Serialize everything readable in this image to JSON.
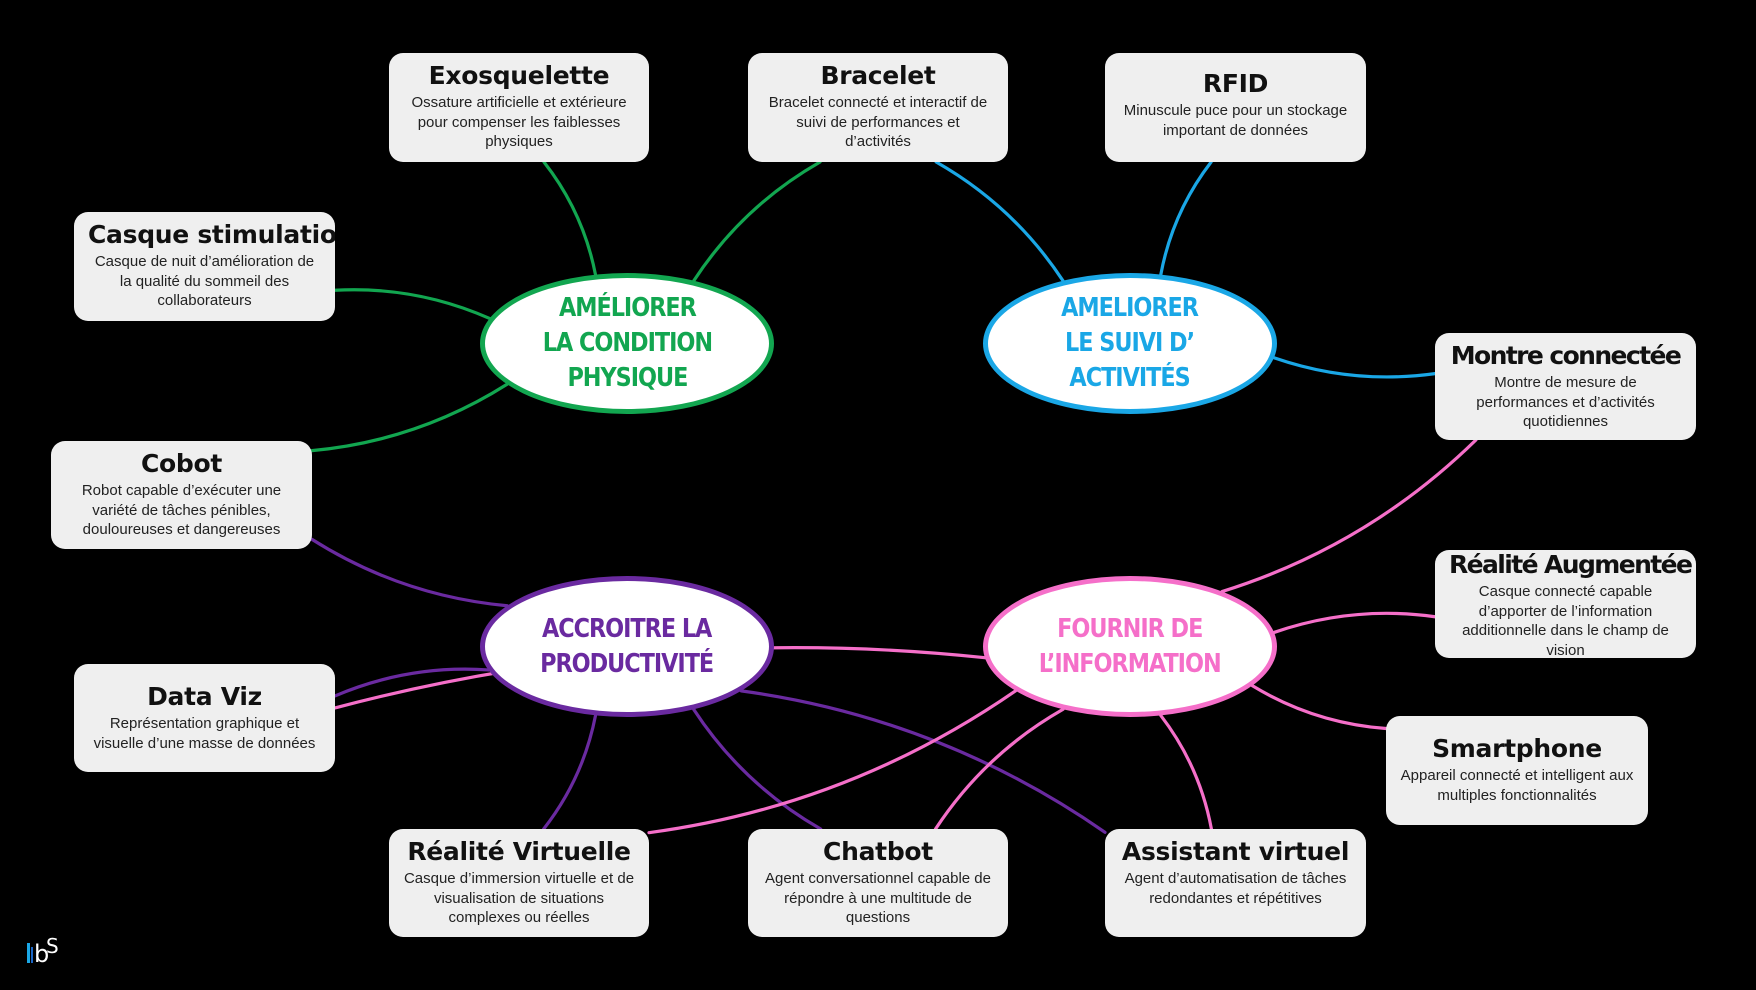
{
  "colors": {
    "background": "#000000",
    "green": "#12a650",
    "blue": "#1aa7e6",
    "purple": "#6a2aa0",
    "pink": "#f56fc9",
    "card": "#efefef"
  },
  "hubs": {
    "condition": "AMÉLIORER\nLA CONDITION\nPHYSIQUE",
    "suivi": "AMELIORER\nLE SUIVI D’\nACTIVITÉS",
    "productivite": "ACCROITRE LA\nPRODUCTIVITÉ",
    "information": "FOURNIR DE\nL’INFORMATION"
  },
  "cards": {
    "exosquelette": {
      "title": "Exosquelette",
      "desc": "Ossature artificielle et extérieure pour compenser les faiblesses physiques"
    },
    "bracelet": {
      "title": "Bracelet",
      "desc": "Bracelet connecté et interactif de suivi de performances et d’activités"
    },
    "rfid": {
      "title": "RFID",
      "desc": "Minuscule puce pour un stockage important de données"
    },
    "casque_stimulation": {
      "title": "Casque stimulation",
      "desc": "Casque de nuit d’amélioration de la qualité du sommeil des collaborateurs"
    },
    "montre": {
      "title": "Montre connectée",
      "desc": "Montre de mesure de performances et d’activités quotidiennes"
    },
    "cobot": {
      "title": "Cobot",
      "desc": "Robot capable d’exécuter une variété de tâches pénibles, douloureuses et dangereuses"
    },
    "realite_augmentee": {
      "title": "Réalité Augmentée",
      "desc": "Casque connecté capable d’apporter de l’information additionnelle dans le champ de vision"
    },
    "dataviz": {
      "title": "Data Viz",
      "desc": "Représentation graphique et visuelle d’une masse de données"
    },
    "smartphone": {
      "title": "Smartphone",
      "desc": "Appareil connecté et intelligent aux multiples fonctionnalités"
    },
    "realite_virtuelle": {
      "title": "Réalité Virtuelle",
      "desc": "Casque d’immersion virtuelle et de visualisation de situations complexes ou réelles"
    },
    "chatbot": {
      "title": "Chatbot",
      "desc": "Agent conversationnel capable de répondre à une multitude de questions"
    },
    "assistant": {
      "title": "Assistant virtuel",
      "desc": "Agent d’automatisation de tâches redondantes et répétitives"
    }
  },
  "connections": [
    {
      "hub": "condition",
      "card": "exosquelette",
      "color": "green"
    },
    {
      "hub": "condition",
      "card": "bracelet",
      "color": "green"
    },
    {
      "hub": "condition",
      "card": "casque_stimulation",
      "color": "green"
    },
    {
      "hub": "condition",
      "card": "cobot",
      "color": "green"
    },
    {
      "hub": "suivi",
      "card": "bracelet",
      "color": "blue"
    },
    {
      "hub": "suivi",
      "card": "rfid",
      "color": "blue"
    },
    {
      "hub": "suivi",
      "card": "montre",
      "color": "blue"
    },
    {
      "hub": "productivite",
      "card": "cobot",
      "color": "purple"
    },
    {
      "hub": "productivite",
      "card": "dataviz",
      "color": "purple"
    },
    {
      "hub": "productivite",
      "card": "realite_virtuelle",
      "color": "purple"
    },
    {
      "hub": "productivite",
      "card": "chatbot",
      "color": "purple"
    },
    {
      "hub": "productivite",
      "card": "assistant",
      "color": "purple"
    },
    {
      "hub": "information",
      "card": "montre",
      "color": "pink"
    },
    {
      "hub": "information",
      "card": "realite_augmentee",
      "color": "pink"
    },
    {
      "hub": "information",
      "card": "smartphone",
      "color": "pink"
    },
    {
      "hub": "information",
      "card": "assistant",
      "color": "pink"
    },
    {
      "hub": "information",
      "card": "chatbot",
      "color": "pink"
    },
    {
      "hub": "information",
      "card": "realite_virtuelle",
      "color": "pink"
    },
    {
      "hub": "information",
      "card": "dataviz",
      "color": "pink"
    }
  ],
  "logo": {
    "text": "bS",
    "icon": "brand-logo-icon"
  }
}
